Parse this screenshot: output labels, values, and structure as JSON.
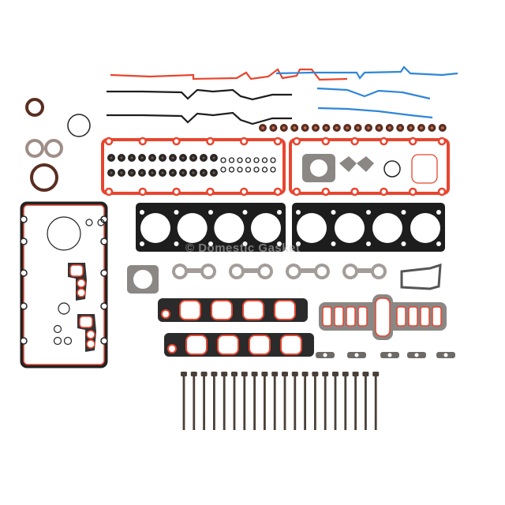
{
  "product": {
    "description": "Full engine gasket set with head bolts laid out on white background",
    "watermark": "© Domestic Gasket"
  },
  "colors": {
    "background": "#ffffff",
    "red_gasket": "#e8452f",
    "blue_gasket": "#2f86d8",
    "black_gasket": "#1d1d1d",
    "graphite": "#8b8784",
    "fiber_gray": "#a39c98",
    "seal_brown": "#5a2e22",
    "bolt": "#4a4038"
  },
  "parts": {
    "timing_cover_red_strips": 1,
    "timing_cover_black_strips": 2,
    "timing_cover_blue_strips": 3,
    "valve_stem_seals_row": 18,
    "valve_cover_gaskets": 2,
    "valve_cover_seals_large": 22,
    "valve_cover_orings_small": 14,
    "crank_seals_and_orings": 4,
    "oil_pan_gasket": 1,
    "head_gaskets": 2,
    "throttle_body_gaskets": 2,
    "exhaust_manifold_gaskets": 4,
    "lower_intake_gaskets": 2,
    "upper_intake_gasket": 1,
    "egr_gasket": 1,
    "small_flange_gaskets": 5,
    "head_bolts": 20
  }
}
